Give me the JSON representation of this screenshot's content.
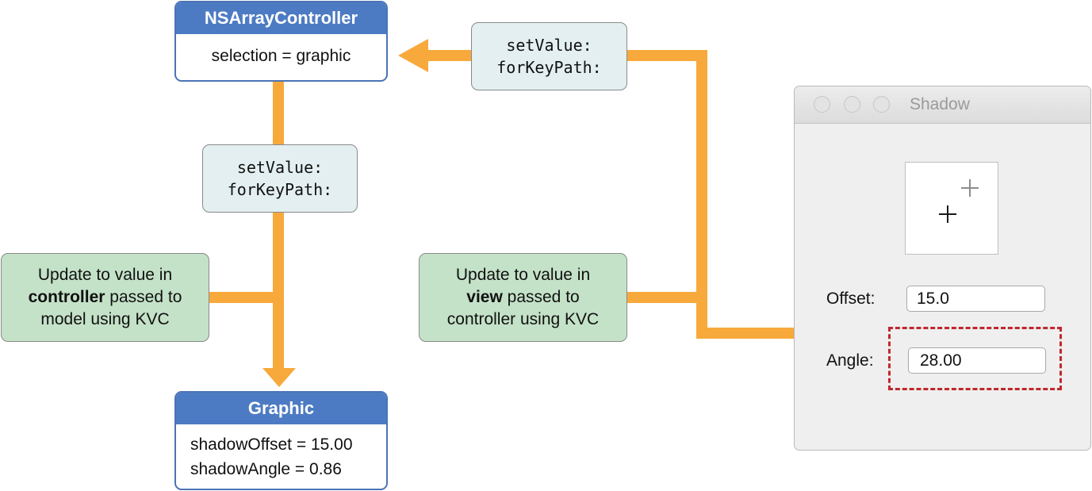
{
  "colors": {
    "connector": "#f8a93b",
    "class_header": "#4d7bc3",
    "class_border": "#4b74b5",
    "method_fill": "#e3eff0",
    "note_fill": "#c4e2c8",
    "highlight": "#c0282b",
    "window_bg": "#efefef"
  },
  "controller": {
    "title": "NSArrayController",
    "body": "selection = graphic"
  },
  "graphic": {
    "title": "Graphic",
    "line1": "shadowOffset = 15.00",
    "line2": "shadowAngle = 0.86"
  },
  "method_vertical": {
    "line1": "setValue:",
    "line2": "forKeyPath:"
  },
  "method_top": {
    "line1": "setValue:",
    "line2": "forKeyPath:"
  },
  "note_controller": {
    "line1": "Update to value in",
    "bold": "controller",
    "line2_rest": " passed to",
    "line3": "model using KVC"
  },
  "note_view": {
    "line1": "Update to value in",
    "bold": "view",
    "line2_rest": " passed to",
    "line3": "controller using KVC"
  },
  "shadow_window": {
    "title": "Shadow",
    "preview_icon_primary": "crosshair-icon",
    "preview_icon_secondary": "crosshair-icon",
    "offset_label": "Offset:",
    "offset_value": "15.0",
    "angle_label": "Angle:",
    "angle_value": "28.00"
  }
}
